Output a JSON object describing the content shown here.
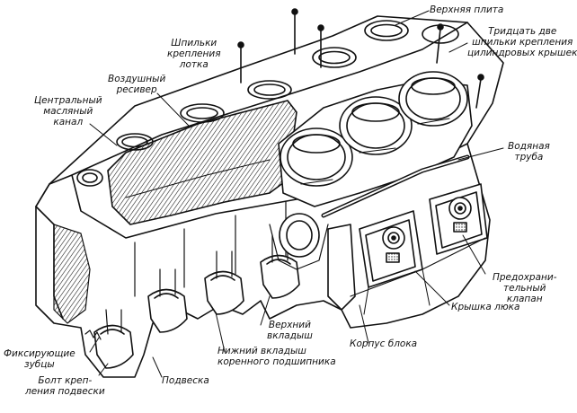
{
  "labels": {
    "top_plate": [
      "Верхняя плита"
    ],
    "head_studs": [
      "Тридцать две",
      "шпильки крепления",
      "цилиндровых крышек"
    ],
    "tray_studs": [
      "Шпильки",
      "крепления",
      "лотка"
    ],
    "air_receiver": [
      "Воздушный",
      "ресивер"
    ],
    "oil_channel": [
      "Центральный",
      "масляный",
      "канал"
    ],
    "water_pipe": [
      "Водяная",
      "труба"
    ],
    "safety_valve": [
      "Предохрани-",
      "тельный",
      "клапан"
    ],
    "hatch_cover": [
      "Крышка люка"
    ],
    "block_body": [
      "Корпус блока"
    ],
    "upper_shell": [
      "Верхний",
      "вкладыш"
    ],
    "lower_shell": [
      "Нижний вкладыш",
      "коренного подшипника"
    ],
    "fixing_teeth": [
      "Фиксирующие",
      "зубцы"
    ],
    "hanger_bolt": [
      "Болт креп-",
      "ления подвески"
    ],
    "hanger": [
      "Подвеска"
    ]
  },
  "colors": {
    "ink": "#111111",
    "paper": "#ffffff",
    "shade": "#2a2a2a"
  }
}
